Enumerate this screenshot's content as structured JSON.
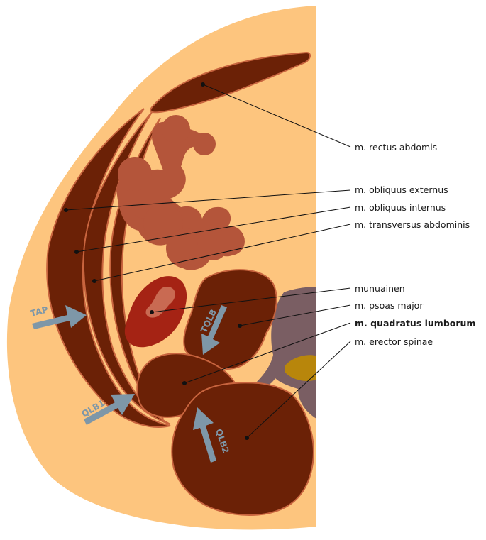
{
  "labels": {
    "rectus": "m. rectus abdomis",
    "obliquus_externus": "m. obliquus externus",
    "obliquus_internus": "m. obliquus internus",
    "transversus": "m. transversus abdominis",
    "munuainen": "munuainen",
    "psoas": "m. psoas major",
    "quadratus": "m. quadratus lumborum",
    "erector": "m. erector spinae"
  },
  "arrows": {
    "tap": "TAP",
    "tqlb": "TQLB",
    "qlb1": "QLB1",
    "qlb2": "QLB2"
  },
  "colors": {
    "skin": "#fdc57e",
    "muscle": "#6b2106",
    "muscle_outline": "#c8643e",
    "bowel": "#b4553a",
    "kidney": "#a52314",
    "kidney_pelvis": "#c96a52",
    "spine": "#7a5e63",
    "spinal_canal": "#b8860b",
    "arrow": "#7e97a8"
  }
}
